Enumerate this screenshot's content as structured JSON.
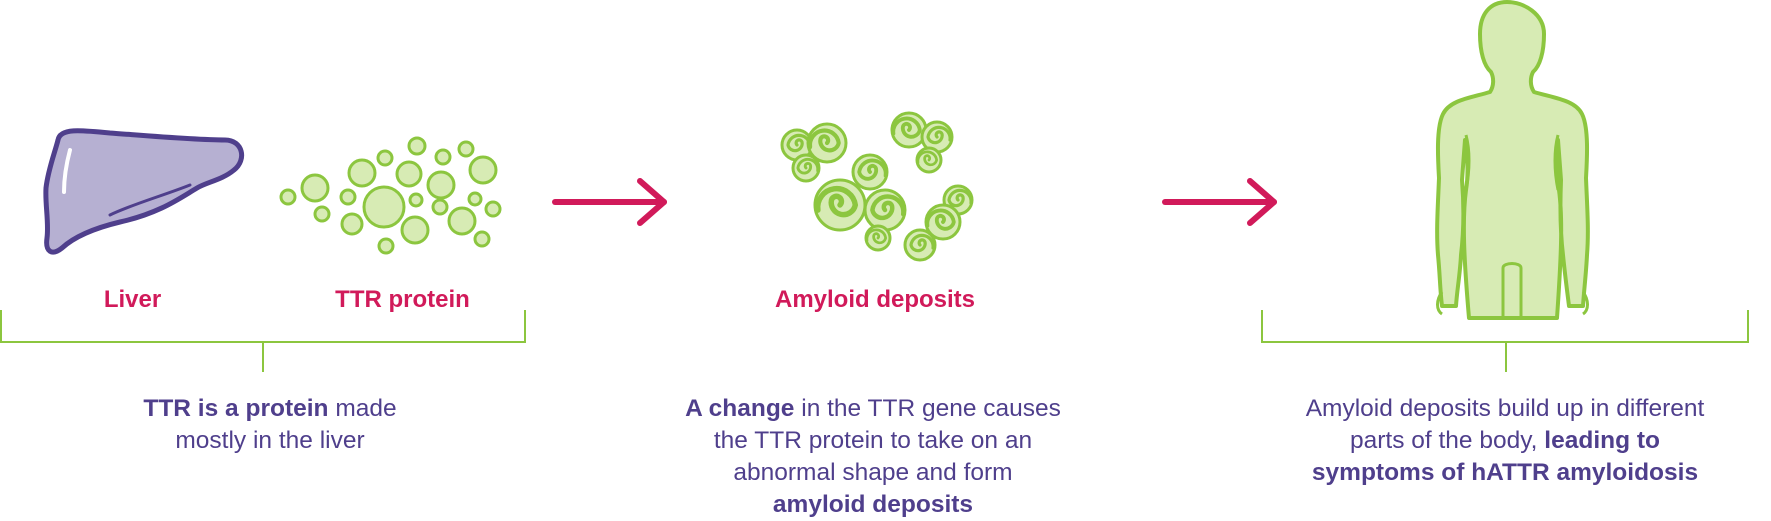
{
  "colors": {
    "accent": "#d11a5a",
    "text": "#4f3f8c",
    "green_line": "#8cc63f",
    "green_fill": "#d7ebb4",
    "liver_fill": "#b6b0d2",
    "liver_stroke": "#4f3f8c"
  },
  "icons": [
    "liver-icon",
    "ttr-protein-icon",
    "amyloid-deposits-icon",
    "human-body-icon",
    "arrow-right-icon"
  ],
  "labels": {
    "liver": "Liver",
    "ttr_protein": "TTR protein",
    "amyloid_deposits": "Amyloid deposits"
  },
  "descriptions": {
    "step1": {
      "bold": "TTR is a protein",
      "line1_rest": " made",
      "line2": "mostly in the liver"
    },
    "step2": {
      "bold1": "A change",
      "line1_rest": " in the TTR gene causes",
      "line2": "the TTR protein to take on an",
      "line3": "abnormal shape and form",
      "bold2": "amyloid deposits"
    },
    "step3": {
      "line1": "Amyloid deposits build up in different",
      "line2_start": "parts of the body, ",
      "bold1": "leading to",
      "bold2": "symptoms of hATTR amyloidosis"
    }
  }
}
